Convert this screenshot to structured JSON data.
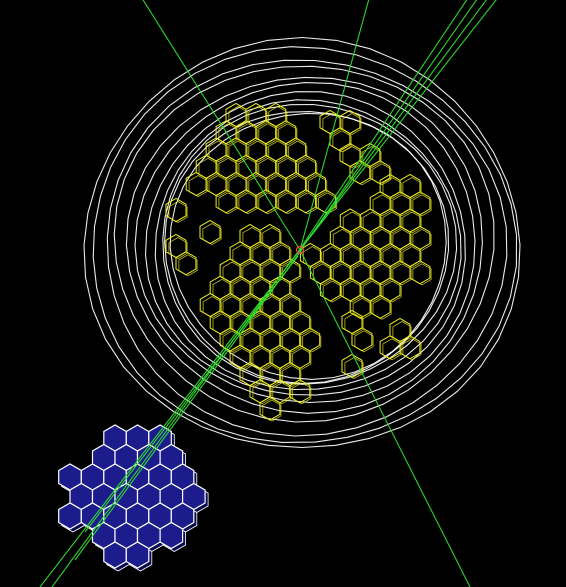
{
  "scene": {
    "background_color": "#000000",
    "colors": {
      "detector_rings": "#ffffff",
      "inner_hex_cells": "#f0f020",
      "outer_cluster_fill": "#1c1c8c",
      "outer_cluster_stroke": "#ffffff",
      "tracks": "#2ee02e",
      "vertex_marker": "#ff4040"
    },
    "elements": [
      "detector-rings",
      "inner-hex-array",
      "outer-hex-cluster",
      "particle-tracks",
      "interaction-vertex"
    ]
  }
}
